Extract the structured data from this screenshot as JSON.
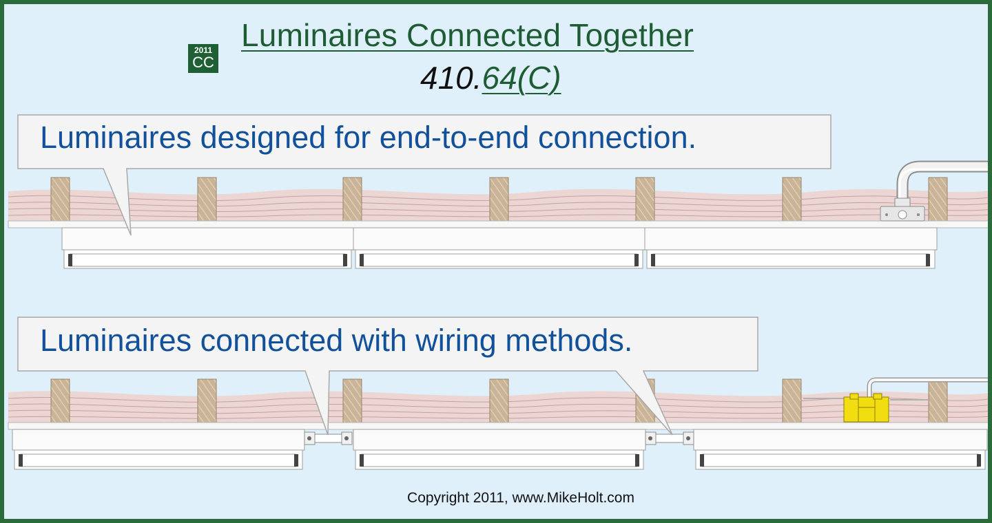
{
  "title": "Luminaires Connected Together",
  "section": {
    "prefix": "410.",
    "ref": "64(C)"
  },
  "badge": {
    "year": "2011",
    "letters": "CC"
  },
  "captions": {
    "top": "Luminaires designed for end-to-end connection.",
    "bottom": "Luminaires connected with wiring methods."
  },
  "copyright": "Copyright 2011, www.MikeHolt.com",
  "colors": {
    "frame": "#2c6b3c",
    "background": "#dff0fb",
    "title": "#1e5c33",
    "caption": "#11509a",
    "joist": "#c9b497",
    "insulation": "#ecd6d4",
    "junction_box_yellow": "#f2de10"
  }
}
